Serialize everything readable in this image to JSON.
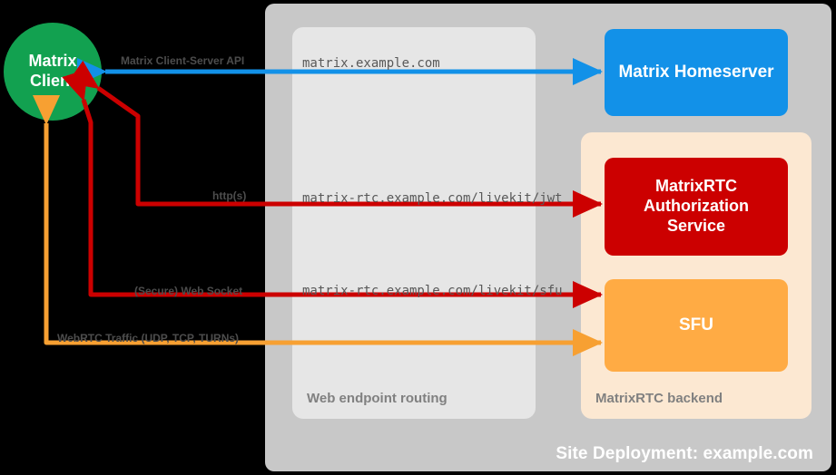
{
  "diagram": {
    "title": "Site Deployment: example.com",
    "background_color": "#000000"
  },
  "panels": {
    "site": {
      "label": "Site Deployment: example.com",
      "color": "#c8c8c8"
    },
    "routing": {
      "label": "Web endpoint routing",
      "color": "#e6e6e6"
    },
    "backend": {
      "label": "MatrixRTC backend",
      "color": "#fce8d2"
    }
  },
  "nodes": {
    "client": {
      "line1": "Matrix",
      "line2": "Client",
      "color": "#12a150"
    },
    "homeserver": {
      "label": "Matrix Homeserver",
      "color": "#1291e8"
    },
    "authorization": {
      "line1": "MatrixRTC",
      "line2": "Authorization",
      "line3": "Service",
      "color": "#cc0000"
    },
    "sfu": {
      "label": "SFU",
      "color": "#ffab44"
    }
  },
  "connections": [
    {
      "id": "csapi",
      "protocol_label": "Matrix Client-Server API",
      "endpoint_label": "matrix.example.com",
      "color": "#1291e8",
      "from": "Matrix Client",
      "to": "Matrix Homeserver",
      "direction": "bidirectional"
    },
    {
      "id": "jwt",
      "protocol_label": "http(s)",
      "endpoint_label": "matrix-rtc.example.com/livekit/jwt",
      "color": "#cc0000",
      "from": "Matrix Client",
      "to": "MatrixRTC Authorization Service",
      "direction": "bidirectional"
    },
    {
      "id": "websocket",
      "protocol_label": "(Secure) Web Socket",
      "endpoint_label": "matrix-rtc.example.com/livekit/sfu",
      "color": "#cc0000",
      "from": "Matrix Client",
      "to": "SFU",
      "direction": "bidirectional"
    },
    {
      "id": "webrtc",
      "protocol_label": "WebRTC Traffic (UDP, TCP, TURNs)",
      "endpoint_label": "",
      "color": "#f7a032",
      "from": "Matrix Client",
      "to": "SFU",
      "direction": "bidirectional"
    }
  ]
}
